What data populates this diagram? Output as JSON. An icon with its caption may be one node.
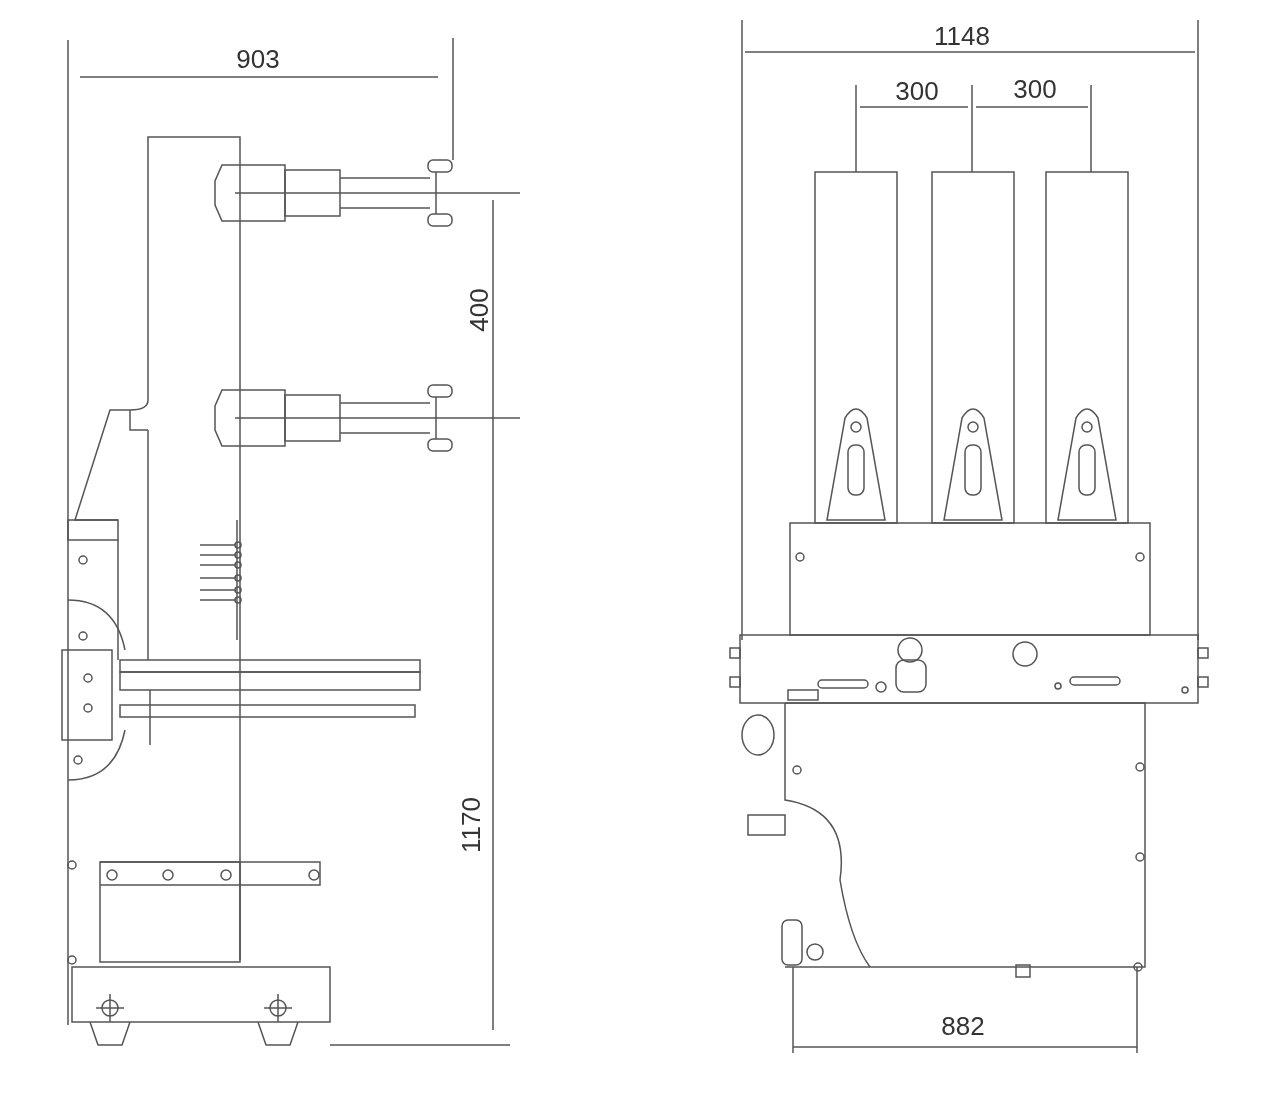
{
  "diagram": {
    "labels": [
      "903",
      "400",
      "1170",
      "1148",
      "300",
      "300",
      "882"
    ]
  }
}
